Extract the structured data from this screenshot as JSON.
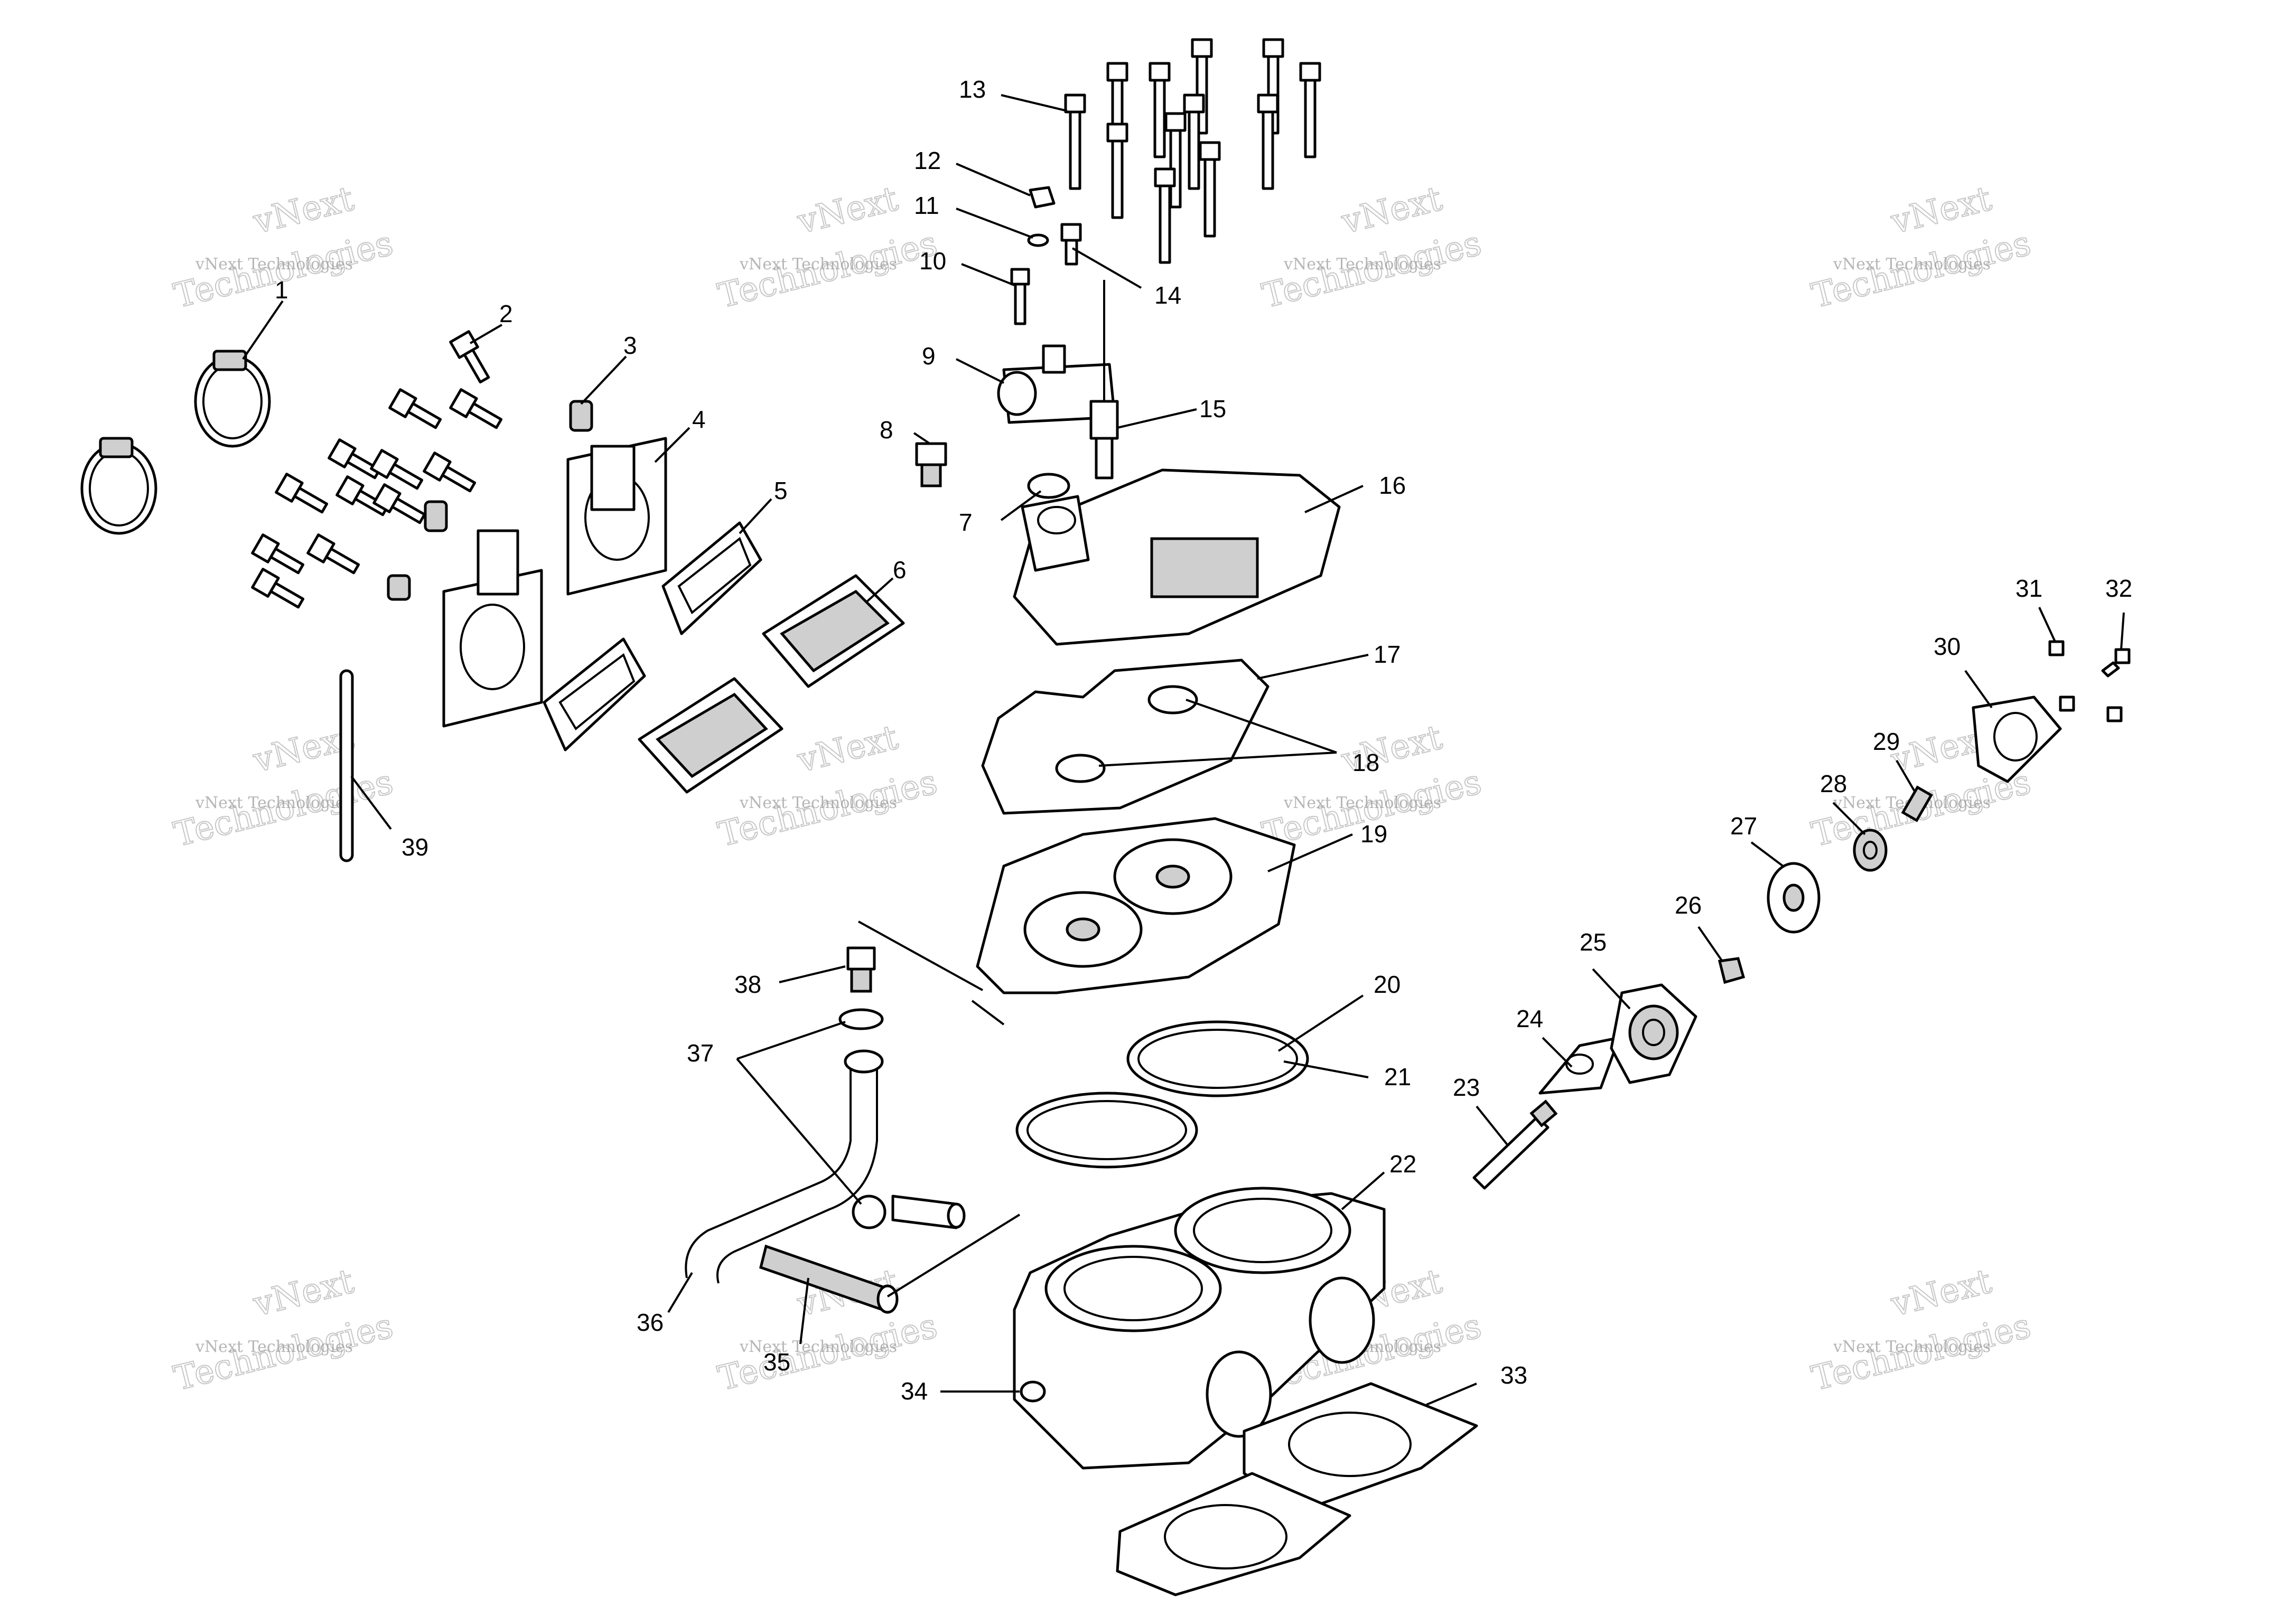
{
  "watermark": {
    "line_small": "vNext Technologies",
    "line_top": "vNext",
    "line_bottom": "Technologies"
  },
  "callouts": [
    "1",
    "2",
    "3",
    "4",
    "5",
    "6",
    "7",
    "8",
    "9",
    "10",
    "11",
    "12",
    "13",
    "14",
    "15",
    "16",
    "17",
    "18",
    "19",
    "20",
    "21",
    "22",
    "23",
    "24",
    "25",
    "26",
    "27",
    "28",
    "29",
    "30",
    "31",
    "32",
    "33",
    "34",
    "35",
    "36",
    "37",
    "38",
    "39"
  ],
  "colors": {
    "line": "#000000",
    "watermark": "#7a7a7a",
    "background": "#ffffff"
  }
}
